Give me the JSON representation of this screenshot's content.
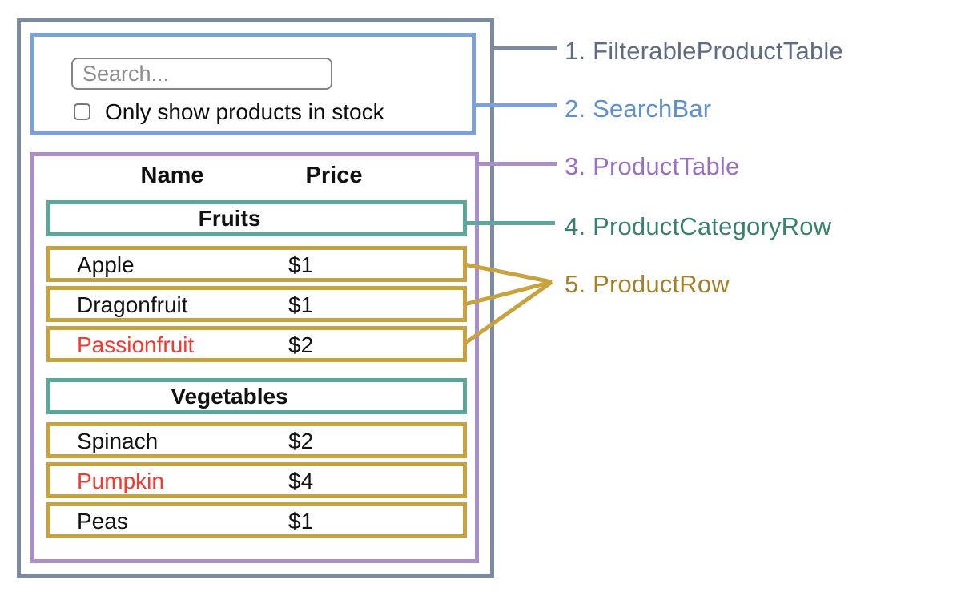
{
  "search_bar": {
    "placeholder": "Search...",
    "checkbox_checked": false,
    "checkbox_label": "Only show products in stock"
  },
  "table": {
    "headers": {
      "name": "Name",
      "price": "Price"
    },
    "sections": [
      {
        "category": "Fruits",
        "rows": [
          {
            "name": "Apple",
            "price": "$1",
            "highlighted": false
          },
          {
            "name": "Dragonfruit",
            "price": "$1",
            "highlighted": false
          },
          {
            "name": "Passionfruit",
            "price": "$2",
            "highlighted": true
          }
        ]
      },
      {
        "category": "Vegetables",
        "rows": [
          {
            "name": "Spinach",
            "price": "$2",
            "highlighted": false
          },
          {
            "name": "Pumpkin",
            "price": "$4",
            "highlighted": true
          },
          {
            "name": "Peas",
            "price": "$1",
            "highlighted": false
          }
        ]
      }
    ]
  },
  "annotations": [
    {
      "number": "1.",
      "label": "1. FilterableProductTable",
      "color": "#5d6b83"
    },
    {
      "number": "2.",
      "label": "2. SearchBar",
      "color": "#5e90c9"
    },
    {
      "number": "3.",
      "label": "3. ProductTable",
      "color": "#9a6fc2"
    },
    {
      "number": "4.",
      "label": "4. ProductCategoryRow",
      "color": "#38806f"
    },
    {
      "number": "5.",
      "label": "5. ProductRow",
      "color": "#a5802b"
    }
  ],
  "colors": {
    "filterable_product_table_outline": "#7b8aa0",
    "search_bar_outline": "#7ba1d7",
    "product_table_outline": "#ab8dc9",
    "product_category_row_outline": "#5ba79c",
    "product_row_outline": "#c7a23d",
    "out_of_stock_text": "#f23b2f"
  }
}
